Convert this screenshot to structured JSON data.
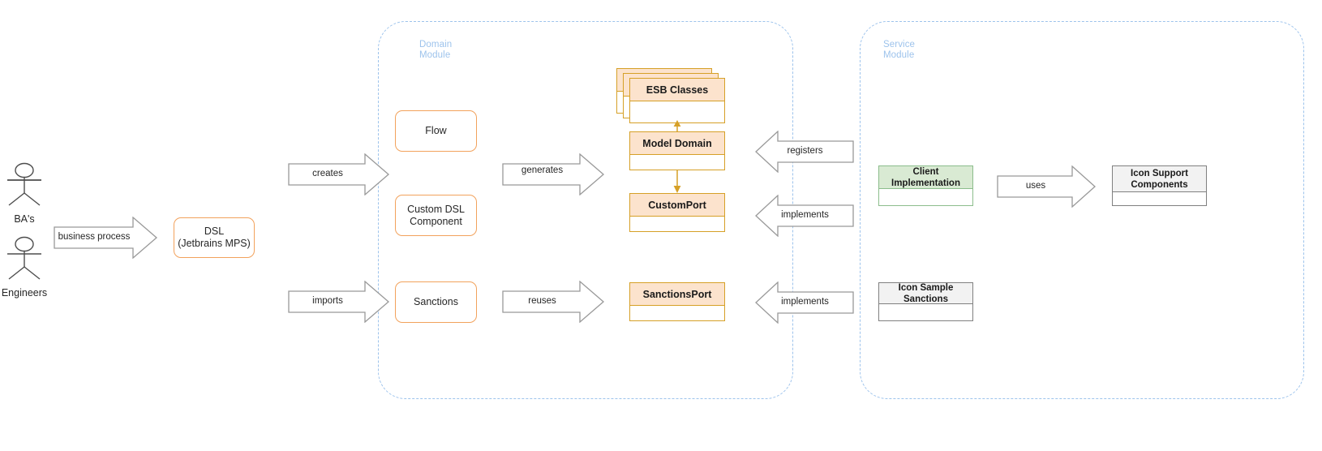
{
  "diagram": {
    "title": "DSL / Domain Module / Service Module architecture diagram",
    "colors": {
      "module_dashed": "#9dc3ec",
      "dsl_node_border": "#f2a25c",
      "uml_orange_border": "#d6a027",
      "uml_orange_header": "#fce3cd",
      "uml_green_border": "#8cbd8c",
      "uml_green_header": "#d9ead3",
      "uml_grey_border": "#808080",
      "uml_grey_header": "#f2f2f2",
      "arrow_stroke": "#999999",
      "relation_arrow": "#d6a027",
      "text": "#262626"
    }
  },
  "actors": [
    {
      "label": "BA's",
      "icon": "actor-stick-figure-icon"
    },
    {
      "label": "Engineers",
      "icon": "actor-stick-figure-icon"
    }
  ],
  "modules": [
    {
      "id": "domain",
      "label": "Domain\nModule"
    },
    {
      "id": "service",
      "label": "Service\nModule"
    }
  ],
  "dsl_node": {
    "label": "DSL\n(Jetbrains MPS)"
  },
  "domain_nodes": [
    {
      "id": "flow",
      "label": "Flow"
    },
    {
      "id": "custom-dsl-component",
      "label": "Custom DSL\nComponent"
    },
    {
      "id": "sanctions",
      "label": "Sanctions"
    }
  ],
  "uml_classes": [
    {
      "id": "esb-classes",
      "label": "ESB Classes",
      "style": "orange",
      "stacked": true,
      "stack_count": 3
    },
    {
      "id": "model-domain",
      "label": "Model Domain",
      "style": "orange",
      "stacked": false
    },
    {
      "id": "custom-port",
      "label": "CustomPort",
      "style": "orange",
      "stacked": false
    },
    {
      "id": "sanctions-port",
      "label": "SanctionsPort",
      "style": "orange",
      "stacked": false
    },
    {
      "id": "client-implementation",
      "label": "Client Implementation",
      "style": "green",
      "stacked": false
    },
    {
      "id": "icon-sample-sanctions",
      "label": "Icon Sample Sanctions",
      "style": "grey",
      "stacked": false
    },
    {
      "id": "icon-support-components",
      "label": "Icon Support\nComponents",
      "style": "grey",
      "stacked": false
    }
  ],
  "arrows": [
    {
      "id": "business-process",
      "label": "business process",
      "direction": "right"
    },
    {
      "id": "creates",
      "label": "creates",
      "direction": "right"
    },
    {
      "id": "imports",
      "label": "imports",
      "direction": "right"
    },
    {
      "id": "generates",
      "label": "generates",
      "direction": "right"
    },
    {
      "id": "reuses",
      "label": "reuses",
      "direction": "right"
    },
    {
      "id": "registers",
      "label": "registers",
      "direction": "left"
    },
    {
      "id": "implements-port",
      "label": "implements",
      "direction": "left"
    },
    {
      "id": "implements-sanctions",
      "label": "implements",
      "direction": "left"
    },
    {
      "id": "uses",
      "label": "uses",
      "direction": "right"
    }
  ]
}
